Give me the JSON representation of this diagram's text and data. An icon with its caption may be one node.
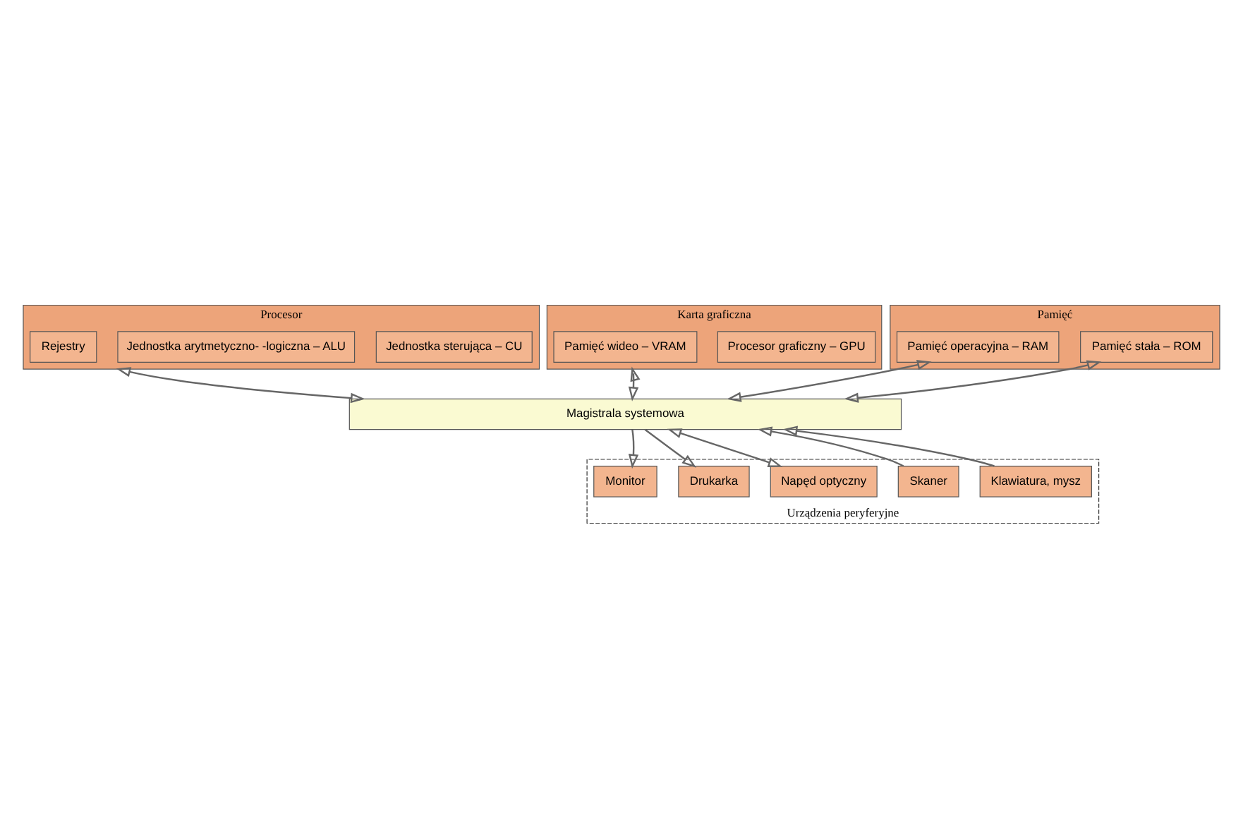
{
  "diagram": {
    "nodes": [
      {
        "text": [
          "Procesor"
        ]
      },
      {
        "text": [
          "Jednostka sterująca – CU"
        ],
        "in": 0
      },
      {
        "text": [
          "Jednostka arytmetyczno- -logiczna – ALU"
        ],
        "in": 0
      },
      {
        "text": [
          "Rejestry"
        ],
        "in": 0
      },
      {
        "text": [
          "Karta graficzna"
        ]
      },
      {
        "text": [
          "Procesor graficzny – GPU"
        ],
        "in": 4
      },
      {
        "text": [
          "Pamięć wideo – VRAM"
        ],
        "in": 4
      },
      {
        "text": [
          "Pamięć"
        ]
      },
      {
        "text": [
          "Pamięć stała – ROM"
        ],
        "in": 7
      },
      {
        "text": [
          "Pamięć operacyjna – RAM"
        ],
        "in": 7
      },
      {
        "text": [
          "Magistrala systemowa"
        ]
      },
      {
        "text": [
          "Urządzenia peryferyjne"
        ]
      },
      {
        "text": [
          "Klawiatura, mysz"
        ],
        "in": 11
      },
      {
        "text": [
          "Skaner"
        ],
        "in": 11
      },
      {
        "text": [
          "Napęd optyczny"
        ],
        "in": 11
      },
      {
        "text": [
          "Drukarka"
        ],
        "in": 11
      },
      {
        "text": [
          "Monitor"
        ],
        "in": 11
      }
    ],
    "edges": [
      {
        "from": 0,
        "to": 10,
        "arrow": "both"
      },
      {
        "from": 4,
        "to": 10,
        "arrow": "both"
      },
      {
        "from": 8,
        "to": 10,
        "arrow": "both"
      },
      {
        "from": 9,
        "to": 10,
        "arrow": "both"
      },
      {
        "from": 12,
        "to": 10,
        "arrow": "to"
      },
      {
        "from": 13,
        "to": 10,
        "arrow": "to"
      },
      {
        "from": 14,
        "to": 10,
        "arrow": "both"
      },
      {
        "from": 10,
        "to": 15,
        "arrow": "to"
      },
      {
        "from": 10,
        "to": 16,
        "arrow": "to"
      }
    ]
  }
}
